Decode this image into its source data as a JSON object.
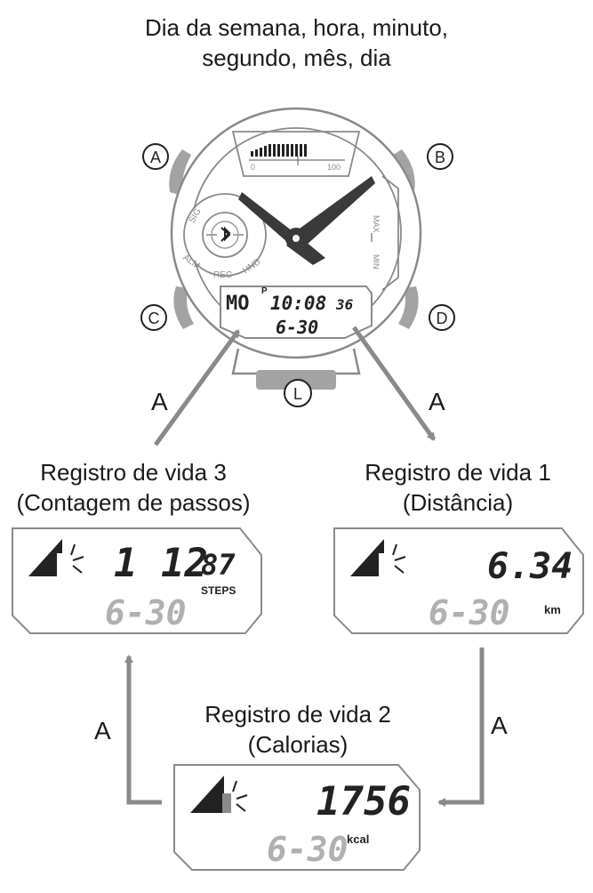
{
  "title_line1": "Dia da semana, hora, minuto,",
  "title_line2": "segundo, mês, dia",
  "button_labels": {
    "a": "A",
    "b": "B",
    "c": "C",
    "d": "D",
    "l": "L"
  },
  "arrow_label": "A",
  "watch_display": {
    "gauge_min": "0",
    "gauge_max": "100",
    "bezel_labels": [
      "SIG",
      "ALM",
      "REC",
      "HND"
    ],
    "side_max": "MAX",
    "side_min": "MIN",
    "pm": "P",
    "weekday": "MO",
    "time": "10:08",
    "seconds": "36",
    "date": "6-30"
  },
  "modes": {
    "steps": {
      "title_line1": "Registro de vida 3",
      "title_line2": "(Contagem de passos)",
      "value_a": "1 12",
      "value_b": "87",
      "unit": "STEPS",
      "date": "6-30"
    },
    "distance": {
      "title_line1": "Registro de vida 1",
      "title_line2": "(Distância)",
      "value": "6.34",
      "unit": "km",
      "date": "6-30"
    },
    "calories": {
      "title_line1": "Registro de vida 2",
      "title_line2": "(Calorias)",
      "value": "1756",
      "unit": "kcal",
      "date": "6-30"
    }
  },
  "colors": {
    "outline": "#8a8a8a",
    "button_gray": "#a3a3a3",
    "dark": "#222222",
    "lcd_gray": "#b0b0b0"
  }
}
